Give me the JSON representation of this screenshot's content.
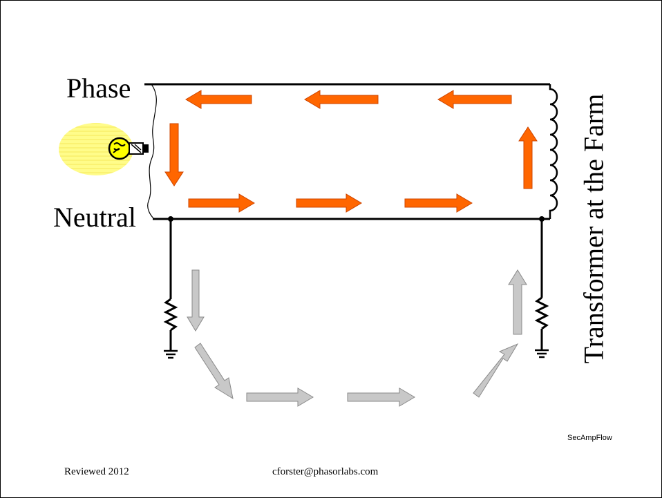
{
  "labels": {
    "phase": "Phase",
    "neutral": "Neutral",
    "transformer": "Transformer at the Farm",
    "slide_id": "SecAmpFlow"
  },
  "footer": {
    "reviewed": "Reviewed 2012",
    "contact": "cforster@phasorlabs.com"
  },
  "colors": {
    "wire": "#000000",
    "current_arrow": "#ff6600",
    "ground_arrow": "#c8c8c8",
    "lamp_glow": "#ffff66"
  },
  "icons": [
    "light-bulb-icon",
    "transformer-coil-icon",
    "resistor-icon",
    "ground-icon"
  ]
}
